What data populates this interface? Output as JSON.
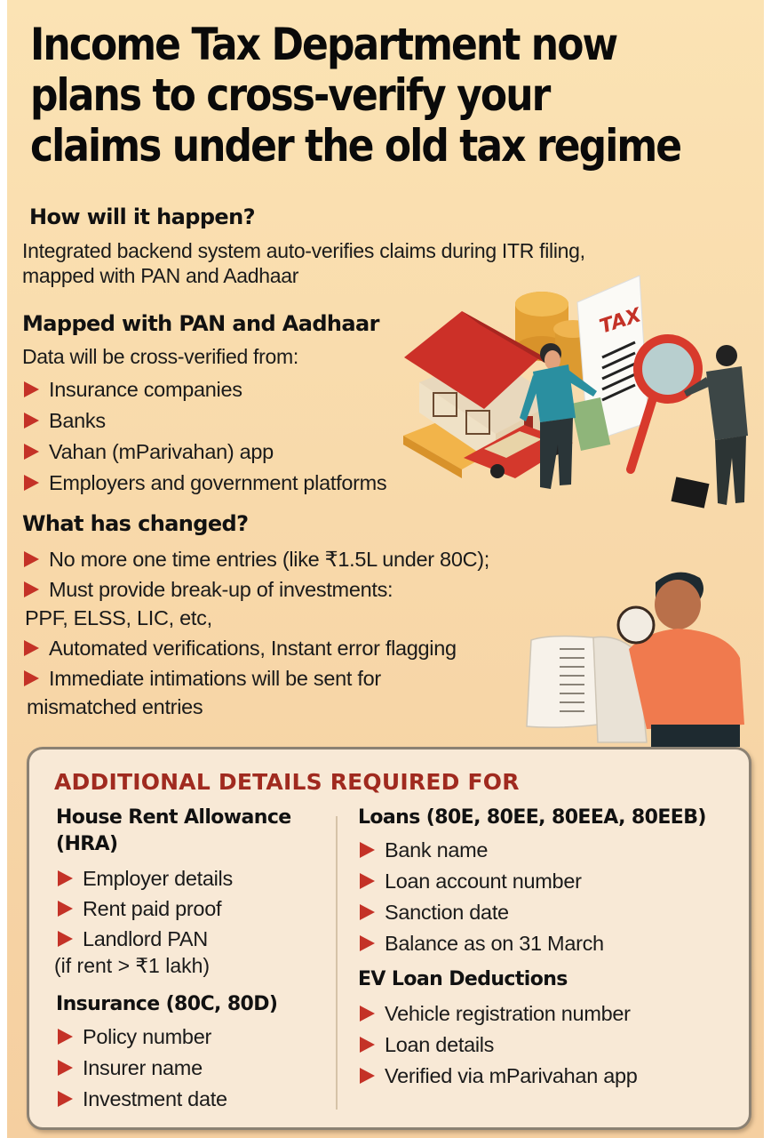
{
  "headline": {
    "lines": [
      "Income Tax Department now",
      "plans to cross-verify your",
      "claims under the old tax regime"
    ]
  },
  "section_how": {
    "title": "How will it happen?",
    "body_lines": [
      "Integrated backend system auto-verifies claims during ITR filing,",
      "mapped with PAN and Aadhaar"
    ]
  },
  "section_mapped": {
    "title": "Mapped with PAN and Aadhaar",
    "intro": "Data will be cross-verified from:",
    "items": [
      "Insurance companies",
      "Banks",
      "Vahan (mParivahan) app",
      "Employers and government platforms"
    ]
  },
  "section_changed": {
    "title": "What has changed?",
    "items": [
      {
        "line1": "No more one time entries (like ₹1.5L under 80C);",
        "line2": ""
      },
      {
        "line1": "Must provide break-up of investments:",
        "line2": "PPF, ELSS, LIC, etc,"
      },
      {
        "line1": "Automated verifications, Instant error flagging",
        "line2": ""
      },
      {
        "line1": "Immediate intimations will be sent for",
        "line2": "mismatched entries"
      }
    ]
  },
  "illustration": {
    "tax_document_label": "TAX"
  },
  "details_box": {
    "title": "ADDITIONAL DETAILS REQUIRED FOR",
    "hra": {
      "heading_line1": "House Rent Allowance",
      "heading_line2": "(HRA)",
      "items": [
        "Employer details",
        "Rent paid proof",
        "Landlord PAN"
      ],
      "note": "(if rent > ₹1 lakh)"
    },
    "insurance": {
      "heading": "Insurance (80C, 80D)",
      "items": [
        "Policy number",
        "Insurer name",
        "Investment date"
      ]
    },
    "loans": {
      "heading": "Loans (80E, 80EE, 80EEA, 80EEB)",
      "items": [
        "Bank name",
        "Loan account number",
        "Sanction date",
        "Balance as on 31 March"
      ]
    },
    "ev_loan": {
      "heading": "EV Loan Deductions",
      "items": [
        "Vehicle registration number",
        "Loan details",
        "Verified via mParivahan app"
      ]
    }
  },
  "colors": {
    "background": "#f8d9aa",
    "bullet_red": "#c43227",
    "box_title_red": "#a02a1f",
    "box_background": "#f8e9d6",
    "box_border": "#8b8173"
  }
}
